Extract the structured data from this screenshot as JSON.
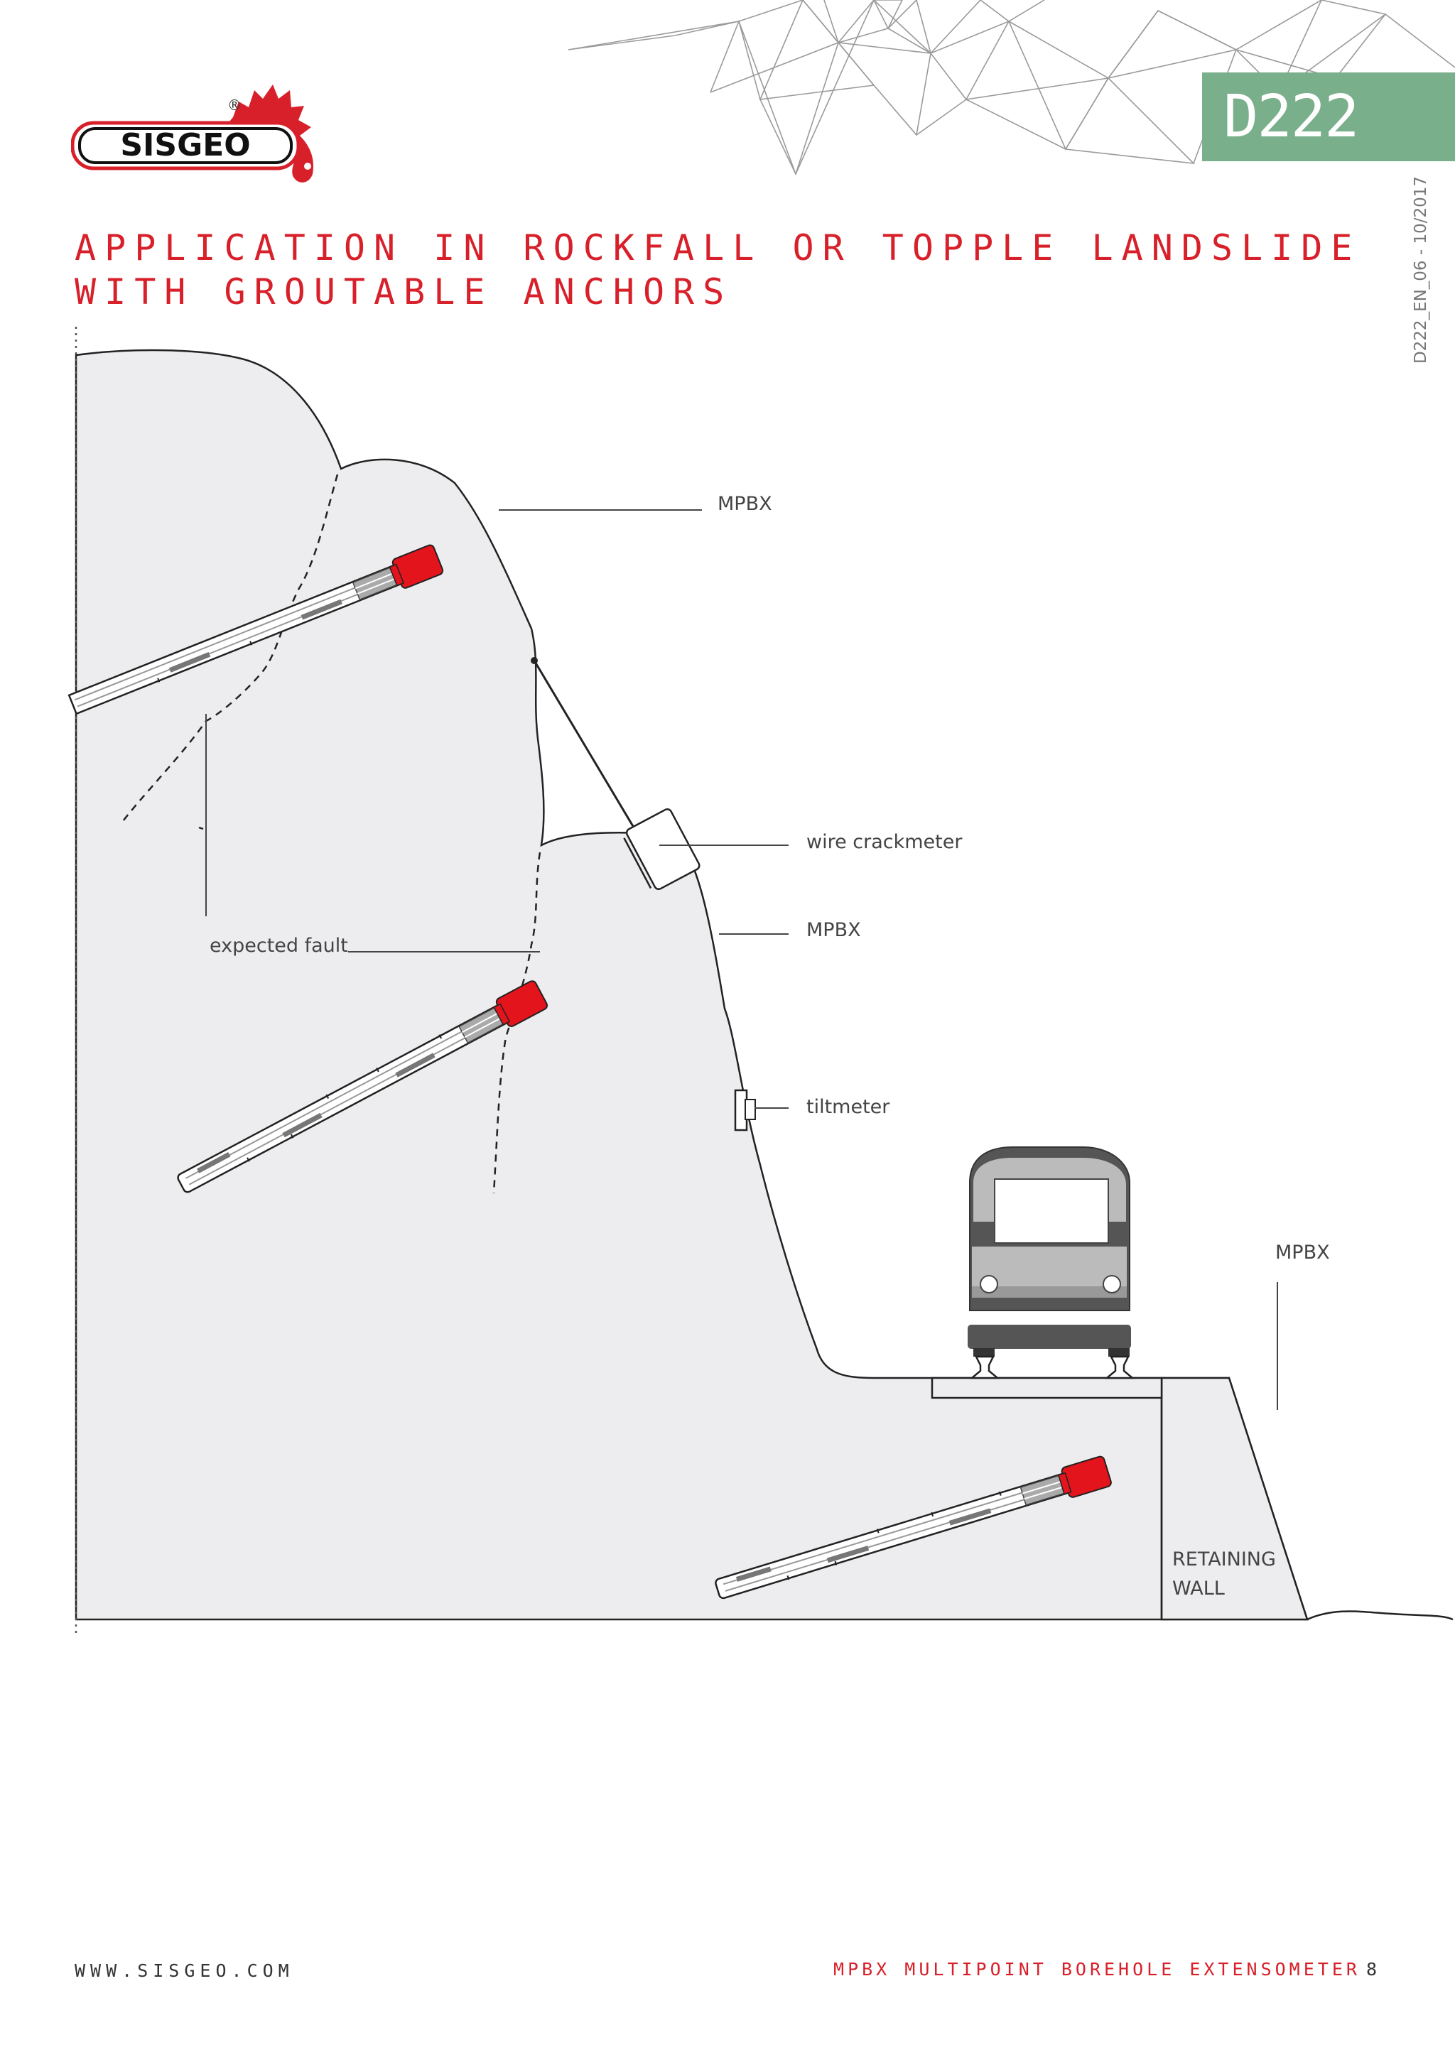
{
  "header": {
    "brand": "SISGEO",
    "registered_mark": "®",
    "code": "D222",
    "doc_ref": "D222_EN_06 - 10/2017"
  },
  "title": {
    "line1": "APPLICATION IN ROCKFALL OR TOPPLE LANDSLIDE",
    "line2": "WITH GROUTABLE ANCHORS"
  },
  "diagram": {
    "labels": {
      "mpbx_top": "MPBX",
      "wire_crackmeter": "wire crackmeter",
      "mpbx_middle": "MPBX",
      "expected_fault": "expected fault",
      "tiltmeter": "tiltmeter",
      "mpbx_wall": "MPBX",
      "retaining_wall_1": "RETAINING",
      "retaining_wall_2": "WALL"
    }
  },
  "footer": {
    "website": "WWW.SISGEO.COM",
    "product": "MPBX MULTIPOINT BOREHOLE EXTENSOMETER",
    "page": "8"
  },
  "colors": {
    "accent_red": "#d8202a",
    "badge_green": "#7aaf8b",
    "rock_fill": "#ededef",
    "outline": "#222222"
  }
}
